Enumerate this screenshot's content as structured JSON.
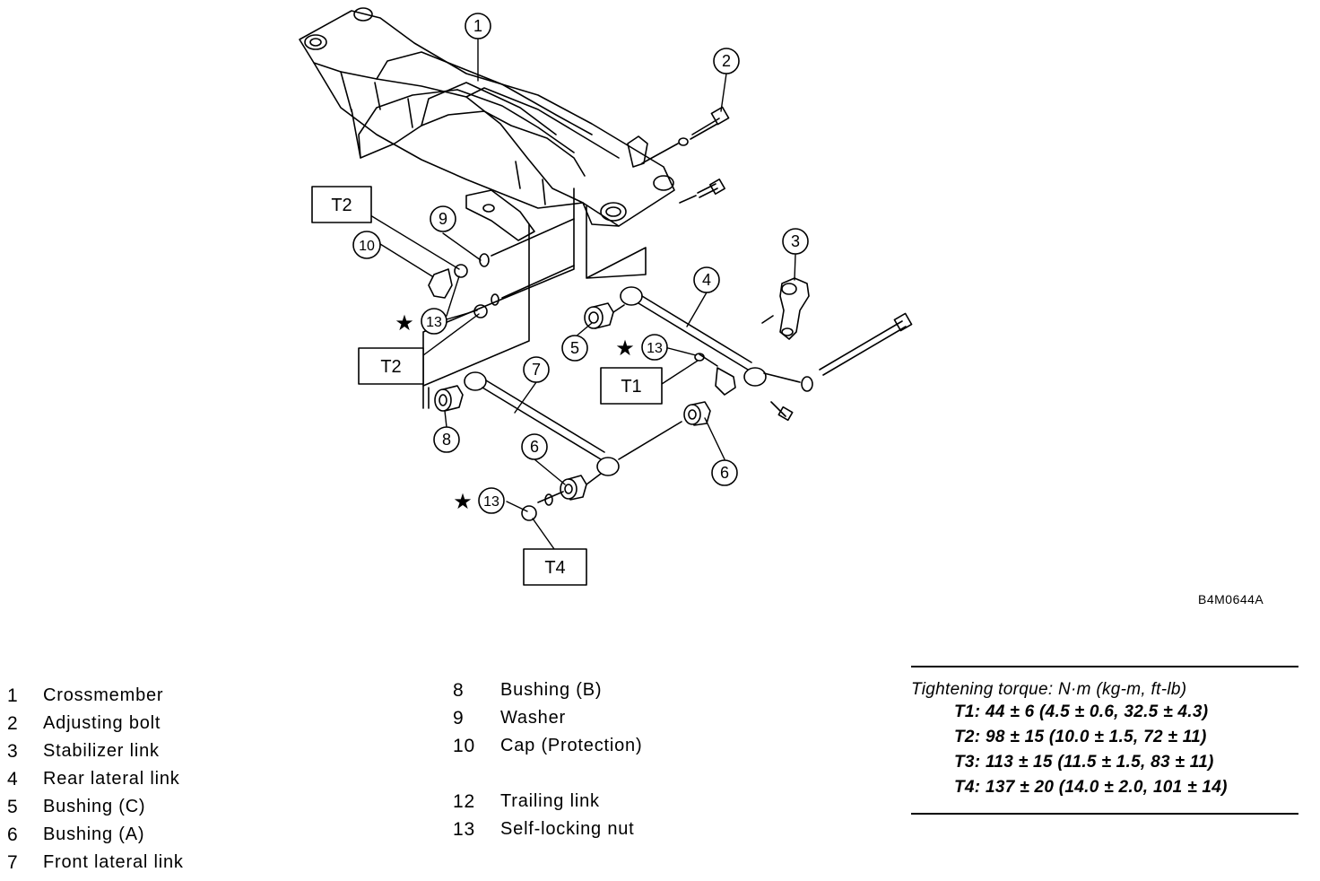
{
  "figure_code": "B4M0644A",
  "callouts": {
    "c1": "1",
    "c2": "2",
    "c3": "3",
    "c4": "4",
    "c5": "5",
    "c6a": "6",
    "c6b": "6",
    "c7": "7",
    "c8": "8",
    "c9": "9",
    "c10": "10",
    "c13a": "13",
    "c13b": "13",
    "c13c": "13"
  },
  "torque_boxes": {
    "t2a": "T2",
    "t2b": "T2",
    "t1": "T1",
    "t4": "T4"
  },
  "star_symbol": "★",
  "legend_left": [
    {
      "num": "1",
      "label": "Crossmember"
    },
    {
      "num": "2",
      "label": "Adjusting bolt"
    },
    {
      "num": "3",
      "label": "Stabilizer link"
    },
    {
      "num": "4",
      "label": "Rear lateral link"
    },
    {
      "num": "5",
      "label": "Bushing (C)"
    },
    {
      "num": "6",
      "label": "Bushing (A)"
    },
    {
      "num": "7",
      "label": "Front lateral link"
    }
  ],
  "legend_mid": [
    {
      "num": "8",
      "label": "Bushing (B)"
    },
    {
      "num": "9",
      "label": "Washer"
    },
    {
      "num": "10",
      "label": "Cap (Protection)"
    },
    {
      "num": "12",
      "label": "Trailing link"
    },
    {
      "num": "13",
      "label": "Self-locking nut"
    }
  ],
  "torque_table": {
    "heading": "Tightening torque: N·m (kg-m, ft-lb)",
    "rows": [
      "T1: 44 ± 6 (4.5 ± 0.6, 32.5 ± 4.3)",
      "T2: 98 ± 15 (10.0 ± 1.5, 72 ± 11)",
      "T3: 113 ± 15 (11.5 ± 1.5, 83 ± 11)",
      "T4: 137 ± 20 (14.0 ± 2.0, 101 ± 14)"
    ]
  }
}
